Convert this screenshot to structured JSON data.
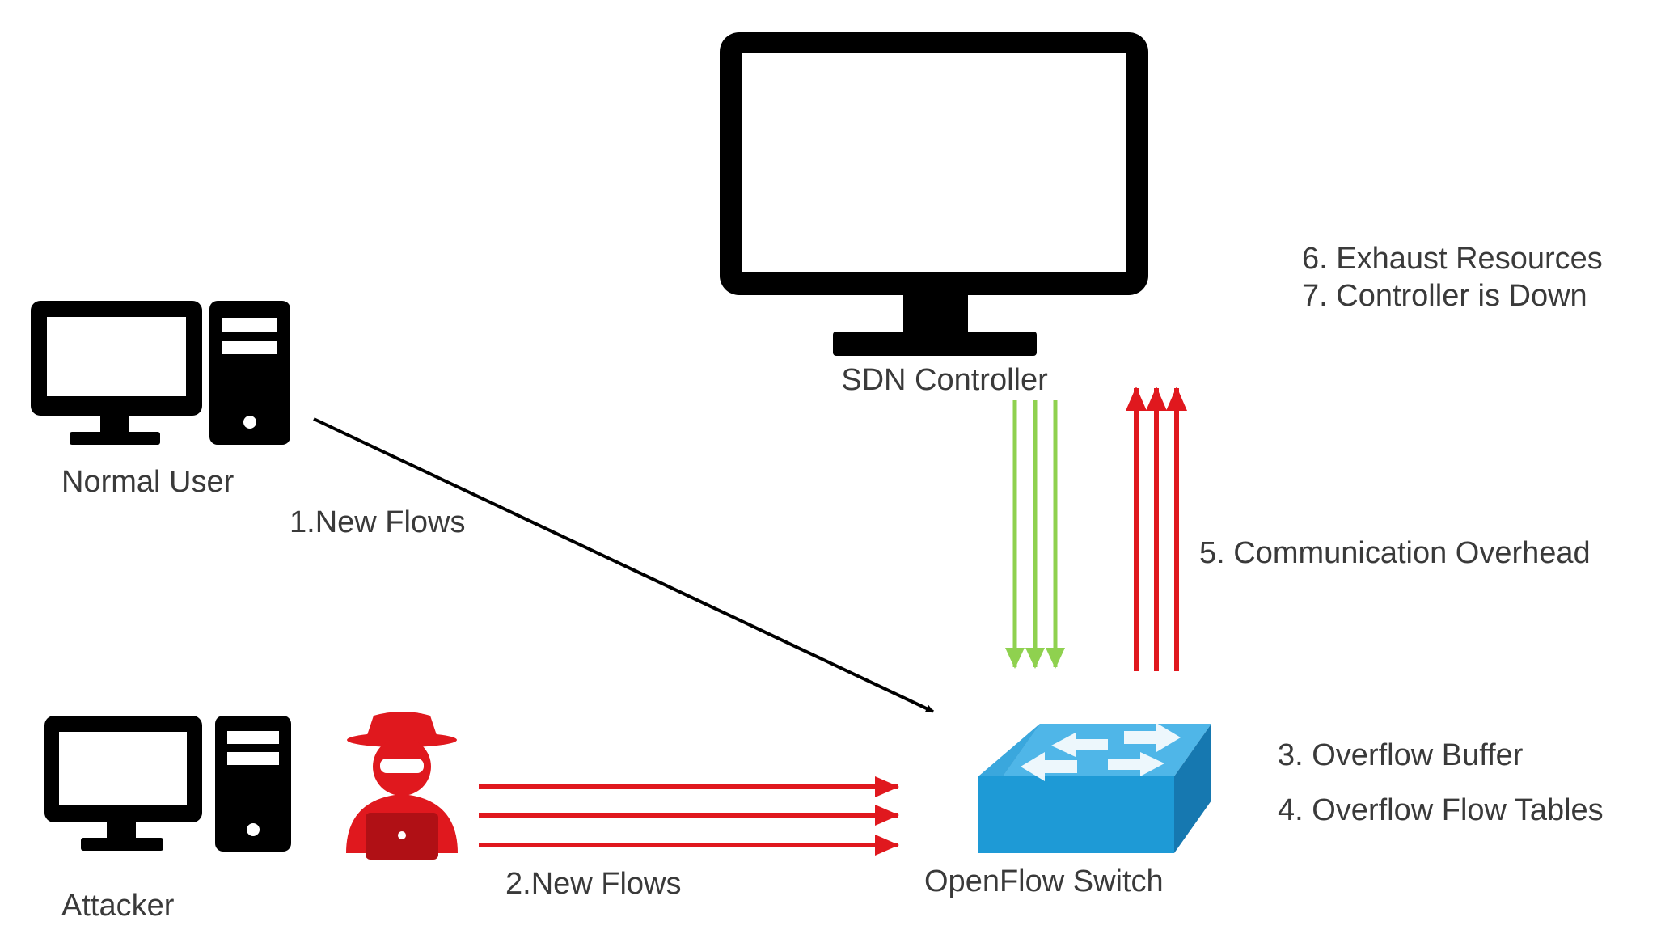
{
  "nodes": {
    "controller": "SDN Controller",
    "normal_user": "Normal User",
    "attacker": "Attacker",
    "switch": "OpenFlow Switch"
  },
  "flows": {
    "new_flows_1": "1.New Flows",
    "new_flows_2": "2.New Flows",
    "comm_overhead": "5. Communication Overhead"
  },
  "effects": {
    "overflow_buffer": "3. Overflow Buffer",
    "overflow_tables": "4. Overflow Flow Tables",
    "exhaust": "6. Exhaust Resources",
    "controller_down": "7. Controller is Down"
  },
  "colors": {
    "attack": "#e0181e",
    "response": "#8fd14f",
    "switch": "#1e9ad6",
    "device": "#000000"
  }
}
